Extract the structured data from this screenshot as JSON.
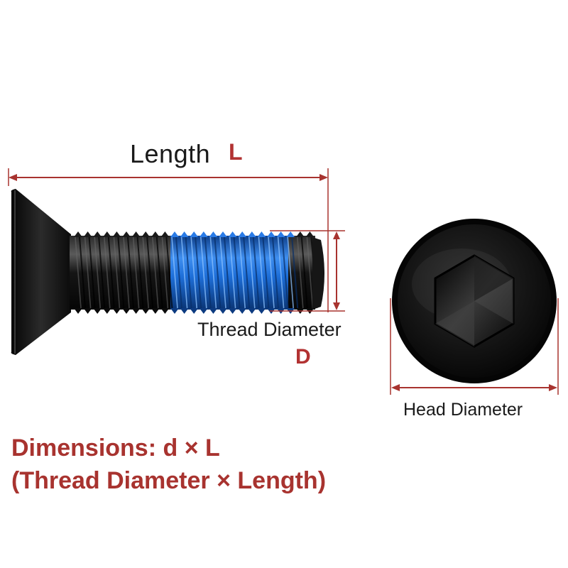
{
  "labels": {
    "length": "Length",
    "length_symbol": "L",
    "thread_diameter": "Thread Diameter",
    "thread_symbol": "D",
    "head_diameter": "Head Diameter",
    "dimensions_line1": "Dimensions: d × L",
    "dimensions_line2": "(Thread Diameter × Length)"
  },
  "colors": {
    "dimension_line": "#a8332f",
    "screw_black": "#101010",
    "threadlock_blue": "#1e6fd9",
    "text_dark": "#1a1a1a"
  },
  "icons": {
    "screw_side": "countersunk-screw-side-icon",
    "screw_head": "hex-socket-head-icon"
  }
}
